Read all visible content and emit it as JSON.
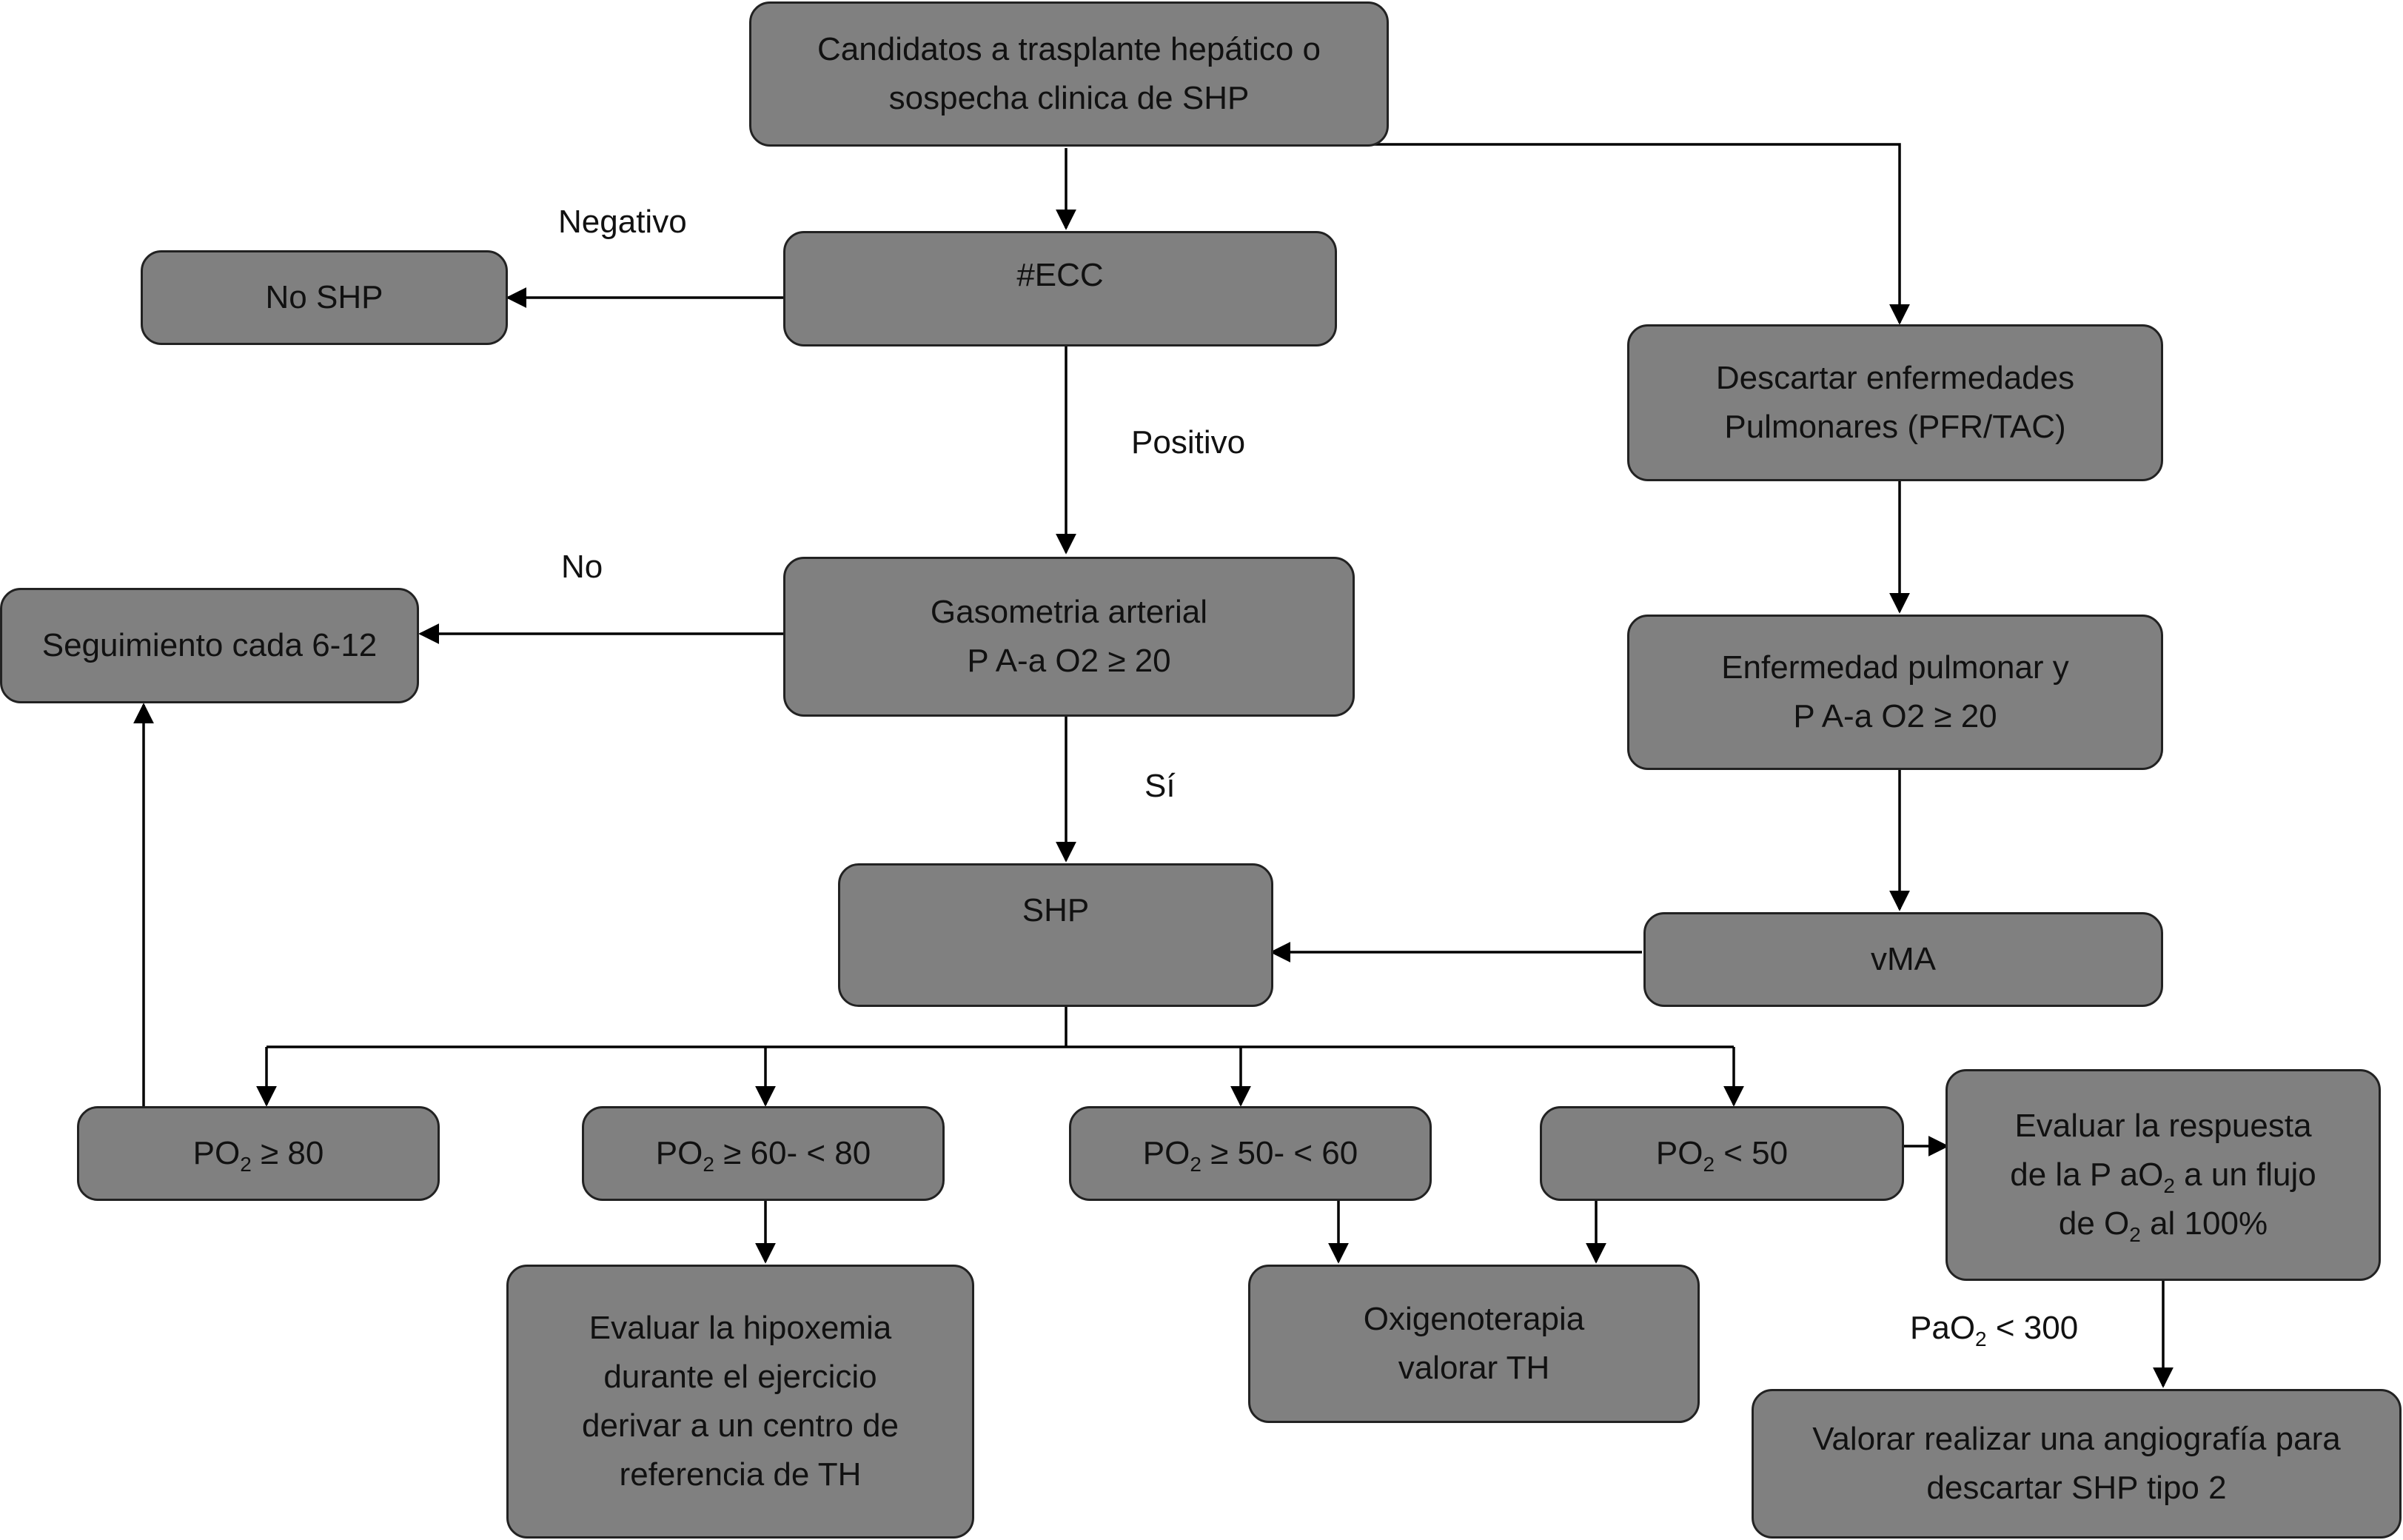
{
  "nodes": {
    "candidatos": {
      "lines": [
        "Candidatos a trasplante hepático o",
        "sospecha clinica de SHP"
      ]
    },
    "ecc": {
      "lines": [
        "#ECC"
      ]
    },
    "no_shp": {
      "lines": [
        "No SHP"
      ]
    },
    "descartar": {
      "lines": [
        "Descartar enfermedades",
        "Pulmonares (PFR/TAC)"
      ]
    },
    "gasometria": {
      "lines": [
        "Gasometria arterial",
        "P A-a O2 ≥ 20"
      ]
    },
    "seguimiento": {
      "lines": [
        "Seguimiento cada 6-12"
      ]
    },
    "enfermedad": {
      "lines": [
        "Enfermedad pulmonar y",
        "P A-a O2 ≥ 20"
      ]
    },
    "shp": {
      "lines": [
        "SHP"
      ]
    },
    "vma": {
      "lines": [
        "vMA"
      ]
    },
    "po2_80": {
      "prefix": "PO",
      "sub": "2",
      "suffix": " ≥ 80"
    },
    "po2_60_80": {
      "prefix": "PO",
      "sub": "2",
      "suffix": " ≥ 60- < 80"
    },
    "po2_50_60": {
      "prefix": "PO",
      "sub": "2",
      "suffix": " ≥ 50- < 60"
    },
    "po2_50": {
      "prefix": "PO",
      "sub": "2",
      "suffix": " < 50"
    },
    "evaluar_respuesta": {
      "line1": "Evaluar la respuesta",
      "line2": "de la P aO",
      "line2_sub": "2",
      "line2_suffix": " a un flujo",
      "line3": "de  O",
      "line3_sub": "2",
      "line3_suffix": " al 100%"
    },
    "evaluar_hipoxemia": {
      "lines": [
        "Evaluar la hipoxemia",
        "durante el ejercicio",
        "derivar a un centro de",
        "referencia de TH"
      ]
    },
    "oxigenoterapia": {
      "lines": [
        "Oxigenoterapia",
        "valorar TH"
      ]
    },
    "angiografia": {
      "lines": [
        "Valorar realizar una angiografía para",
        "descartar SHP tipo 2"
      ]
    }
  },
  "edge_labels": {
    "negativo": "Negativo",
    "positivo": "Positivo",
    "no": "No",
    "si": "Sí",
    "pao2": {
      "prefix": "PaO",
      "sub": "2",
      "suffix": " < 300"
    }
  },
  "colors": {
    "node_fill": "#808080",
    "node_border": "#222222",
    "line": "#000000",
    "background": "#ffffff"
  }
}
